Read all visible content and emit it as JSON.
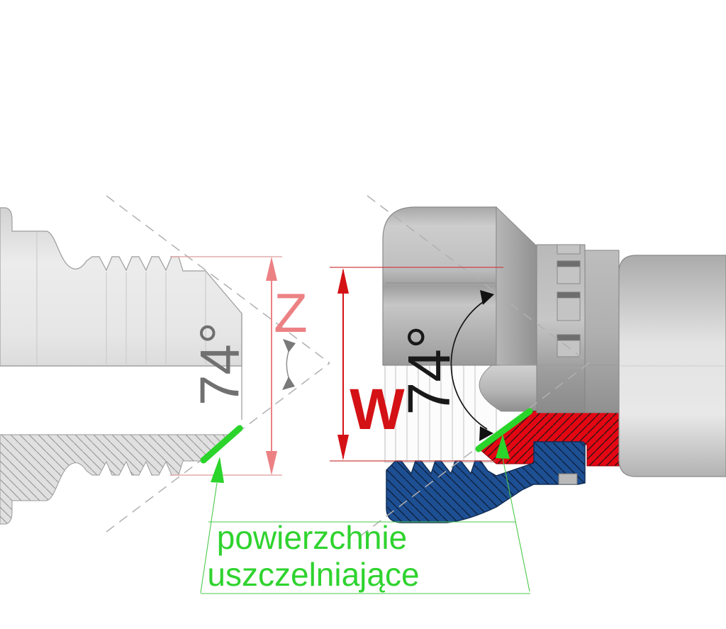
{
  "labels": {
    "left_angle": "74°",
    "right_angle": "74°",
    "male_thread_dim": "Z",
    "female_thread_dim": "W",
    "callout_line1": "powierzchnie",
    "callout_line2": "uszczelniające"
  },
  "colors": {
    "male_dim_salmon": "#ec8184",
    "female_dim_red": "#d41216",
    "left_angle_gray": "#707070",
    "right_angle_black": "#191919",
    "sealing_green": "#2ad42a",
    "callout_green": "#2fd32f",
    "body_section_red": "#e30613",
    "nut_section_blue": "#1d4f93",
    "male_section_gray": "#e0e0e0",
    "centerline_gray": "#b0b0b0"
  }
}
